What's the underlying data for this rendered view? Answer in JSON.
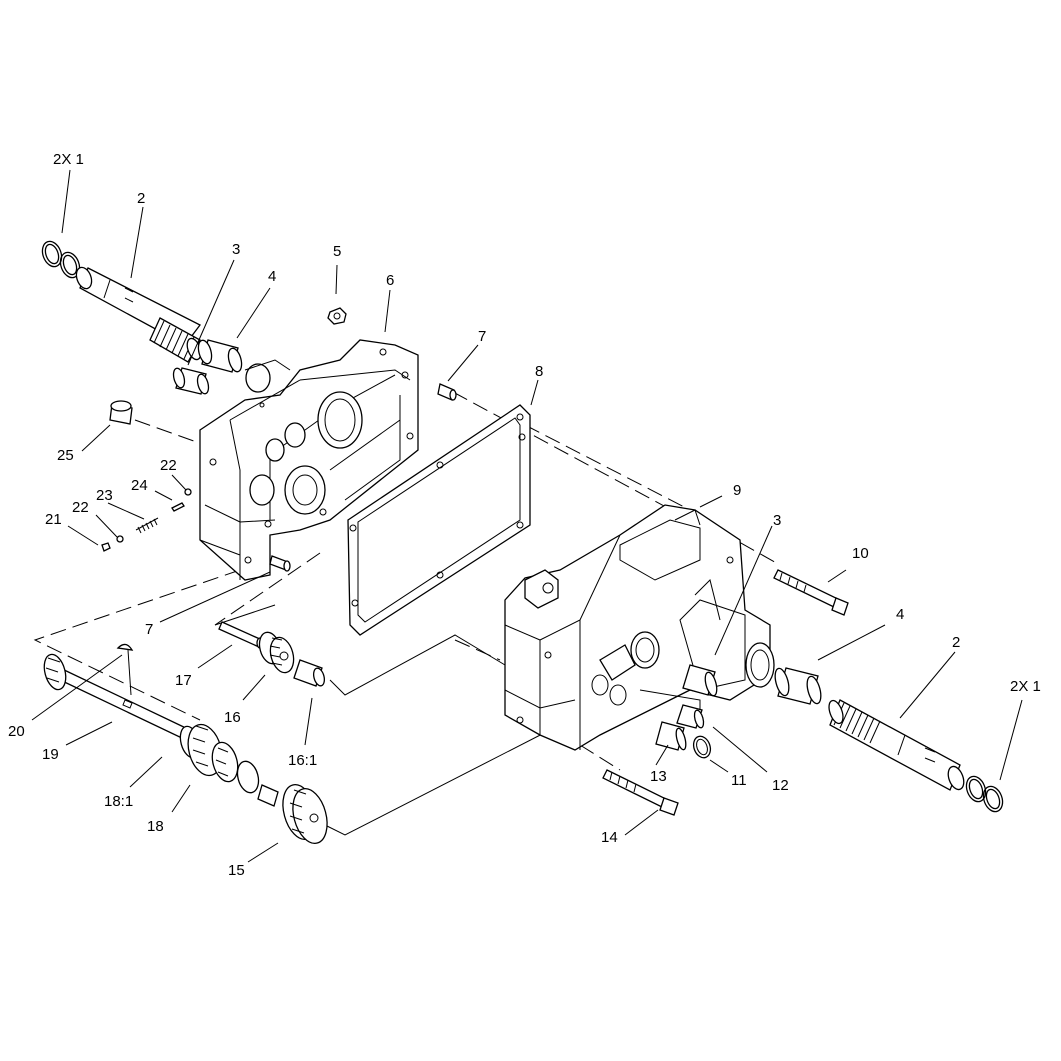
{
  "callouts": [
    {
      "id": "c-2x1-left",
      "text": "2X 1"
    },
    {
      "id": "c-2-left",
      "text": "2"
    },
    {
      "id": "c-3-left",
      "text": "3"
    },
    {
      "id": "c-4-left",
      "text": "4"
    },
    {
      "id": "c-5",
      "text": "5"
    },
    {
      "id": "c-6",
      "text": "6"
    },
    {
      "id": "c-7-top",
      "text": "7"
    },
    {
      "id": "c-8",
      "text": "8"
    },
    {
      "id": "c-25",
      "text": "25"
    },
    {
      "id": "c-22-top",
      "text": "22"
    },
    {
      "id": "c-23",
      "text": "23"
    },
    {
      "id": "c-24",
      "text": "24"
    },
    {
      "id": "c-21",
      "text": "21"
    },
    {
      "id": "c-22-bottom",
      "text": "22"
    },
    {
      "id": "c-7-bottom",
      "text": "7"
    },
    {
      "id": "c-9",
      "text": "9"
    },
    {
      "id": "c-3-right",
      "text": "3"
    },
    {
      "id": "c-10",
      "text": "10"
    },
    {
      "id": "c-4-right",
      "text": "4"
    },
    {
      "id": "c-2-right",
      "text": "2"
    },
    {
      "id": "c-2x1-right",
      "text": "2X 1"
    },
    {
      "id": "c-17",
      "text": "17"
    },
    {
      "id": "c-16",
      "text": "16"
    },
    {
      "id": "c-16-1",
      "text": "16:1"
    },
    {
      "id": "c-20",
      "text": "20"
    },
    {
      "id": "c-19",
      "text": "19"
    },
    {
      "id": "c-18-1",
      "text": "18:1"
    },
    {
      "id": "c-18",
      "text": "18"
    },
    {
      "id": "c-15",
      "text": "15"
    },
    {
      "id": "c-13",
      "text": "13"
    },
    {
      "id": "c-12",
      "text": "12"
    },
    {
      "id": "c-11",
      "text": "11"
    },
    {
      "id": "c-14",
      "text": "14"
    }
  ]
}
